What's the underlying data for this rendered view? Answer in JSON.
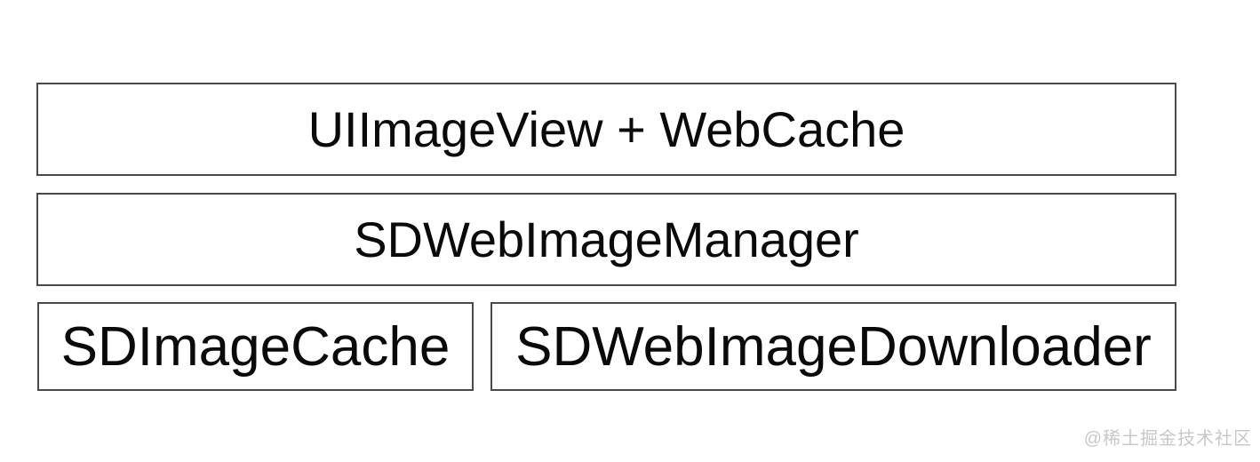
{
  "diagram": {
    "boxes": [
      {
        "id": "uiimageview-webcache",
        "label": "UIImageView + WebCache"
      },
      {
        "id": "sdwebimagemanager",
        "label": "SDWebImageManager"
      },
      {
        "id": "sdimagecache",
        "label": "SDImageCache"
      },
      {
        "id": "sdwebimagedownloader",
        "label": "SDWebImageDownloader"
      }
    ]
  },
  "watermark": {
    "text": "@稀土掘金技术社区",
    "color": "#c8c8c8"
  },
  "colors": {
    "background": "#ffffff",
    "box_border": "#4a4a4a",
    "box_fill": "#ffffff",
    "text": "#0a0a0a"
  }
}
